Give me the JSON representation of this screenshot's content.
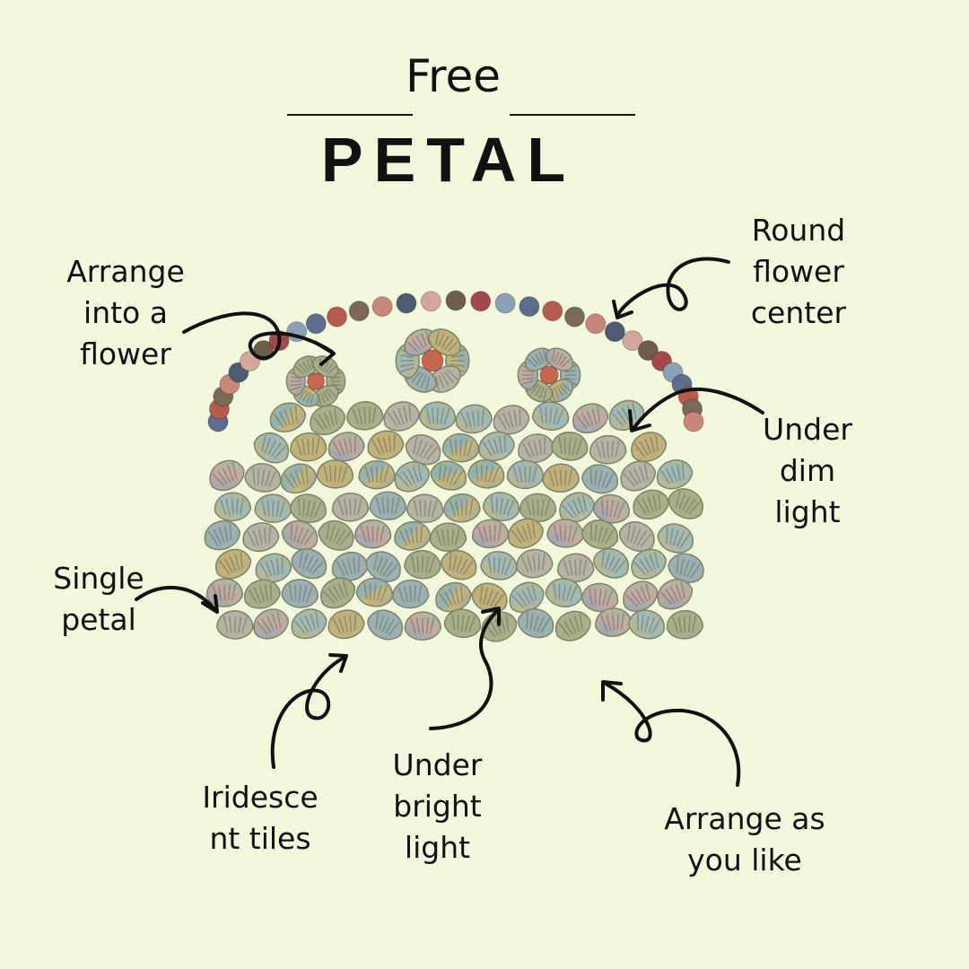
{
  "title": {
    "free": "Free",
    "product": "PETAL"
  },
  "callouts": {
    "arrange_flower": "Arrange\ninto a\nflower",
    "round_center": "Round\nflower\ncenter",
    "dim_light": "Under\ndim\nlight",
    "single_petal": "Single\npetal",
    "iridescent": "Iridesce\nnt tiles",
    "bright_light": "Under\nbright\nlight",
    "arrange_like": "Arrange as\nyou like"
  },
  "colors": {
    "background": "#f2f8dc",
    "ink": "#111111"
  }
}
